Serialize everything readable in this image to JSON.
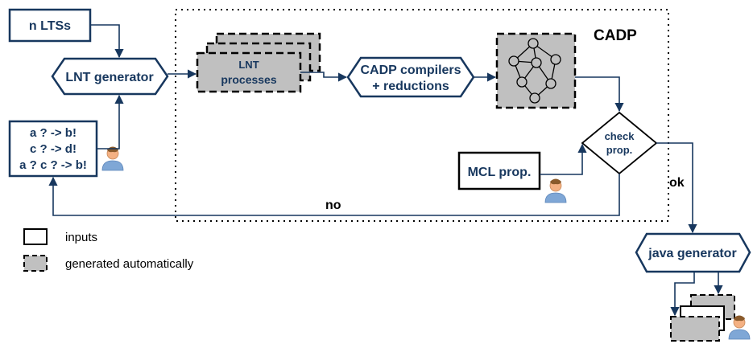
{
  "diagram": {
    "inputs": {
      "n_ltss": "n LTSs",
      "rules_line1": "a ? -> b!",
      "rules_line2": "c ? -> d!",
      "rules_line3": "a ? c ? -> b!",
      "mcl_prop": "MCL prop."
    },
    "steps": {
      "lnt_generator": "LNT generator",
      "lnt_processes_line1": "LNT",
      "lnt_processes_line2": "processes",
      "cadp_compilers_line1": "CADP compilers",
      "cadp_compilers_line2": "+ reductions",
      "check_prop_line1": "check",
      "check_prop_line2": "prop.",
      "java_generator": "java generator"
    },
    "region_label": "CADP",
    "edge_labels": {
      "no": "no",
      "ok": "ok"
    },
    "legend": {
      "inputs": "inputs",
      "generated": "generated automatically"
    },
    "colors": {
      "accent": "#17375e",
      "generated_fill": "#c0c0c0",
      "user_skin": "#f4b183",
      "user_body": "#7fa7d6"
    },
    "icons": [
      "user-icon",
      "graph-icon"
    ]
  }
}
